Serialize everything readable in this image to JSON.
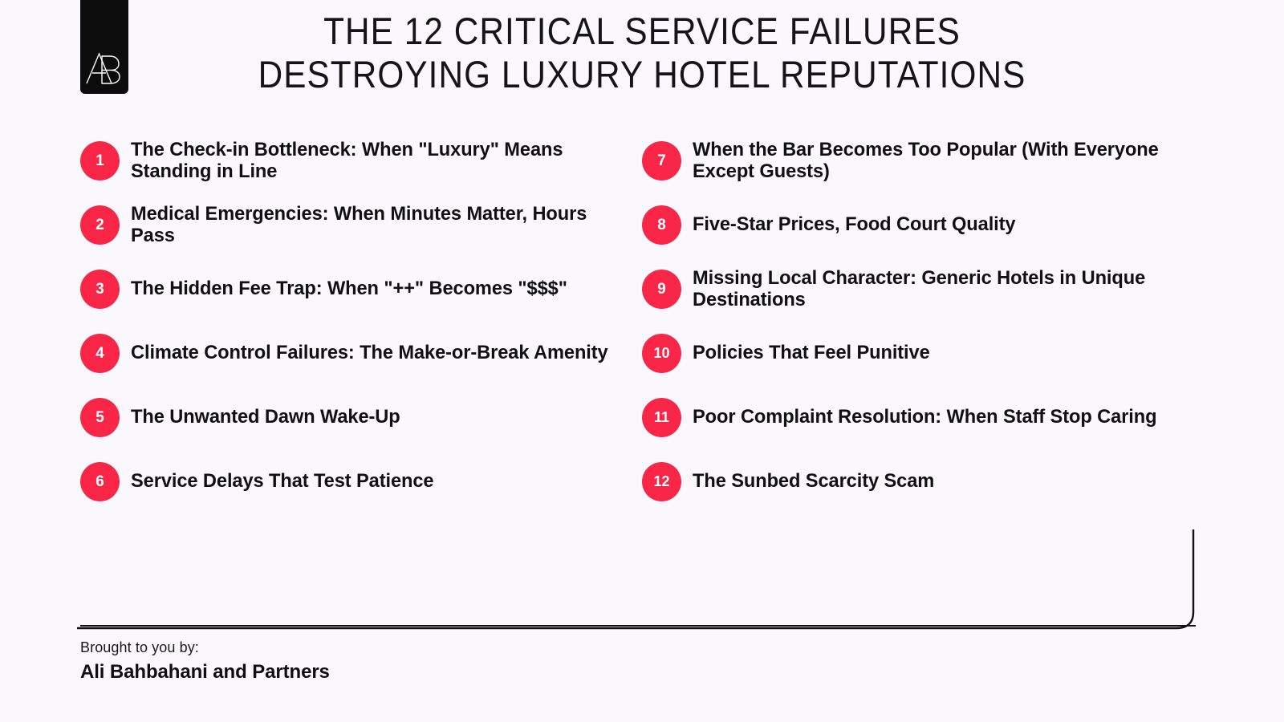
{
  "background_color": "#FAF8FC",
  "accent_color": "#F92647",
  "text_color": "#101014",
  "logo": {
    "name": "ab-logo",
    "monogram": "AB",
    "block_color": "#0C0C0C",
    "mark_color": "#FFFFFF"
  },
  "title": {
    "line1": "THE 12 CRITICAL SERVICE FAILURES",
    "line2": "DESTROYING LUXURY HOTEL REPUTATIONS"
  },
  "columns": {
    "left": [
      {
        "number": "1",
        "text": "The Check-in Bottleneck: When \"Luxury\" Means Standing in Line"
      },
      {
        "number": "2",
        "text": "Medical Emergencies: When Minutes Matter, Hours Pass"
      },
      {
        "number": "3",
        "text": "The Hidden Fee Trap: When \"++\" Becomes \"$$$\""
      },
      {
        "number": "4",
        "text": "Climate Control Failures: The Make-or-Break Amenity"
      },
      {
        "number": "5",
        "text": "The Unwanted Dawn Wake-Up"
      },
      {
        "number": "6",
        "text": "Service Delays That Test Patience"
      }
    ],
    "right": [
      {
        "number": "7",
        "text": "When the Bar Becomes Too Popular (With Everyone Except Guests)"
      },
      {
        "number": "8",
        "text": "Five-Star Prices, Food Court Quality"
      },
      {
        "number": "9",
        "text": "Missing Local Character: Generic Hotels in Unique Destinations"
      },
      {
        "number": "10",
        "text": "Policies That Feel Punitive"
      },
      {
        "number": "11",
        "text": "Poor Complaint Resolution: When Staff Stop Caring"
      },
      {
        "number": "12",
        "text": "The Sunbed Scarcity Scam"
      }
    ]
  },
  "footer": {
    "prefix": "Brought to you by:",
    "organization": "Ali Bahbahani and Partners"
  }
}
